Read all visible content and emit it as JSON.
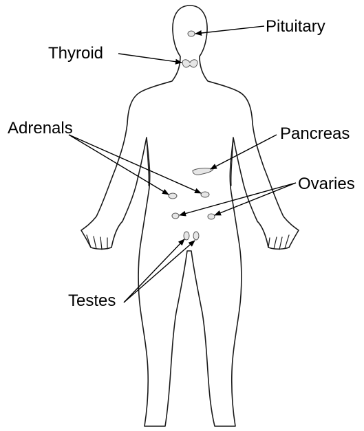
{
  "labels": {
    "pituitary": "Pituitary",
    "thyroid": "Thyroid",
    "adrenals": "Adrenals",
    "pancreas": "Pancreas",
    "ovaries": "Ovaries",
    "testes": "Testes"
  },
  "colors": {
    "outline": "#1a1a1a",
    "gland_fill": "#e6e6e6",
    "gland_stroke": "#555555",
    "arrow": "#000000",
    "background": "#ffffff"
  }
}
